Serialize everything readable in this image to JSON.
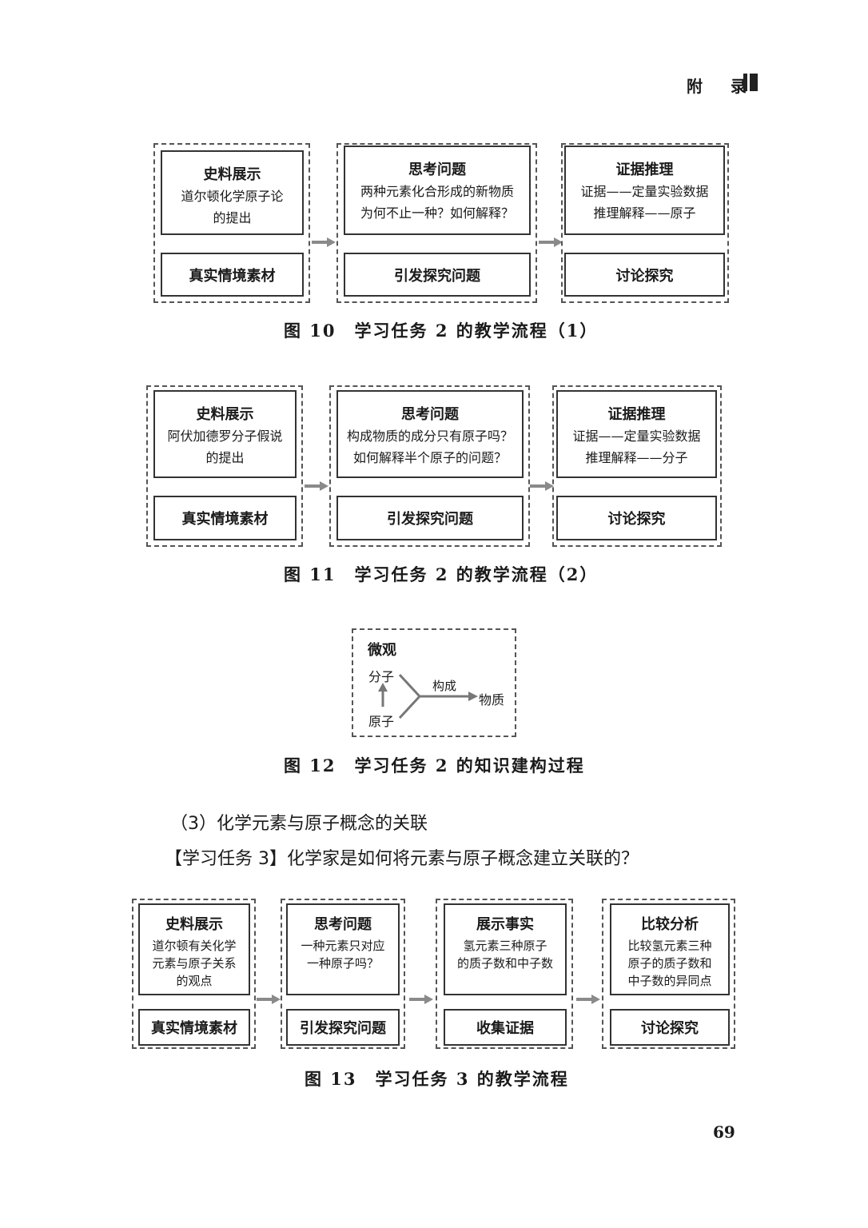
{
  "header": {
    "text": "附 录"
  },
  "fig10": {
    "caption": "图 10　学习任务 2 的教学流程（1）",
    "cols": [
      {
        "title": "史料展示",
        "body": "道尔顿化学原子论\n的提出",
        "label": "真实情境素材"
      },
      {
        "title": "思考问题",
        "body": "两种元素化合形成的新物质\n为何不止一种？如何解释？",
        "label": "引发探究问题"
      },
      {
        "title": "证据推理",
        "body": "证据——定量实验数据\n推理解释——原子",
        "label": "讨论探究"
      }
    ]
  },
  "fig11": {
    "caption": "图 11　学习任务 2 的教学流程（2）",
    "cols": [
      {
        "title": "史料展示",
        "body": "阿伏加德罗分子假说\n的提出",
        "label": "真实情境素材"
      },
      {
        "title": "思考问题",
        "body": "构成物质的成分只有原子吗？\n如何解释半个原子的问题？",
        "label": "引发探究问题"
      },
      {
        "title": "证据推理",
        "body": "证据——定量实验数据\n推理解释——分子",
        "label": "讨论探究"
      }
    ]
  },
  "fig12": {
    "caption": "图 12　学习任务 2 的知识建构过程",
    "title": "微观",
    "molecule": "分子",
    "atom": "原子",
    "relation": "构成",
    "substance": "物质"
  },
  "section": {
    "heading": "（3）化学元素与原子概念的关联",
    "task": "【学习任务 3】化学家是如何将元素与原子概念建立关联的？"
  },
  "fig13": {
    "caption": "图 13　学习任务 3 的教学流程",
    "cols": [
      {
        "title": "史料展示",
        "body": "道尔顿有关化学\n元素与原子关系\n的观点",
        "label": "真实情境素材"
      },
      {
        "title": "思考问题",
        "body": "一种元素只对应\n一种原子吗？",
        "label": "引发探究问题"
      },
      {
        "title": "展示事实",
        "body": "氢元素三种原子\n的质子数和中子数",
        "label": "收集证据"
      },
      {
        "title": "比较分析",
        "body": "比较氢元素三种\n原子的质子数和\n中子数的异同点",
        "label": "讨论探究"
      }
    ]
  },
  "page_number": "69",
  "colors": {
    "arrow": "#8a8a8a",
    "border": "#333333",
    "dash": "#555555"
  }
}
